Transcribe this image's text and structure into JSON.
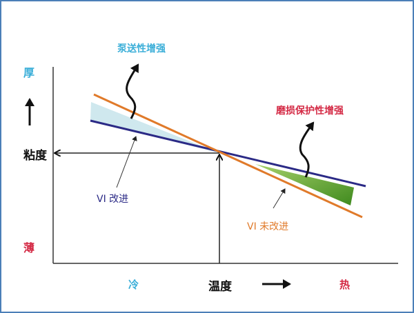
{
  "labels": {
    "pumpability": "泵送性增强",
    "wear_protection": "磨损保护性增强",
    "thick": "厚",
    "viscosity": "粘度",
    "thin": "薄",
    "cold": "冷",
    "temperature": "温度",
    "hot": "热",
    "vi_improved": "VI 改进",
    "vi_not_improved": "VI 未改进"
  },
  "colors": {
    "frame": "#4b7fb8",
    "cyan_text": "#3aaed8",
    "red_text": "#d42a45",
    "vi_improved_line": "#2b2a86",
    "vi_not_improved_line": "#e07a2a",
    "cold_fill": "#cfe8ee",
    "hot_fill": "#5c9a2a"
  }
}
